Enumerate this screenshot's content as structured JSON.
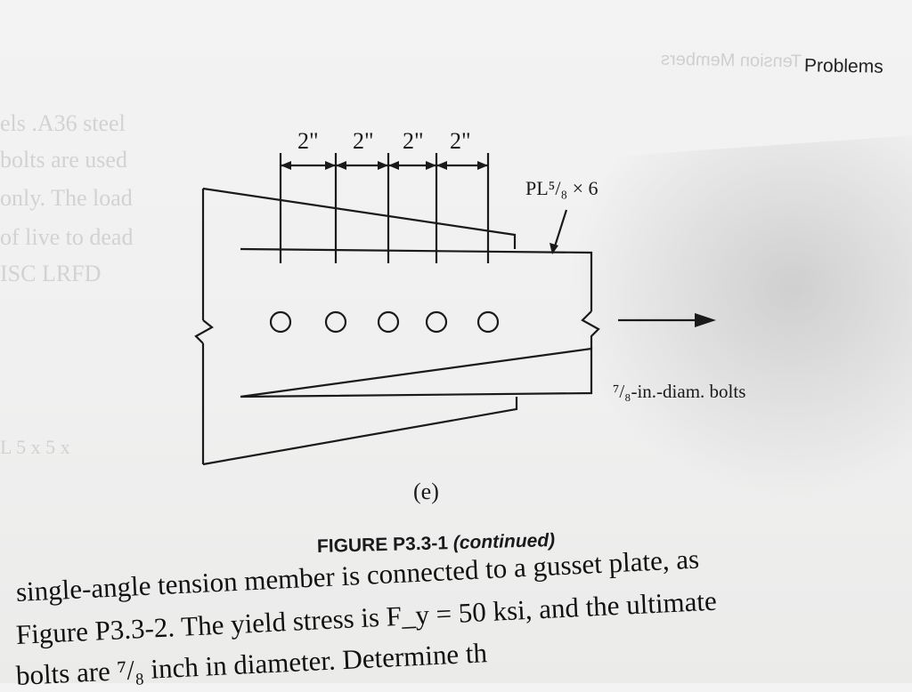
{
  "page": {
    "header": "Problems",
    "figure": {
      "dimensions": [
        "2\"",
        "2\"",
        "2\"",
        "2\""
      ],
      "plate_callout": "PL⁵/₈ × 6",
      "bolt_note": "⁷/₈-in.-diam. bolts",
      "bolt_count": 5,
      "sublabel": "(e)"
    },
    "caption": {
      "label": "FIGURE P3.3-1",
      "suffix": "(continued)"
    },
    "body_lines": [
      "single-angle tension member is connected to a gusset plate, as",
      "Figure P3.3-2. The yield stress is F_y = 50 ksi, and the ultimate",
      "bolts are ⁷/₈ inch in diameter. Determine th"
    ]
  }
}
